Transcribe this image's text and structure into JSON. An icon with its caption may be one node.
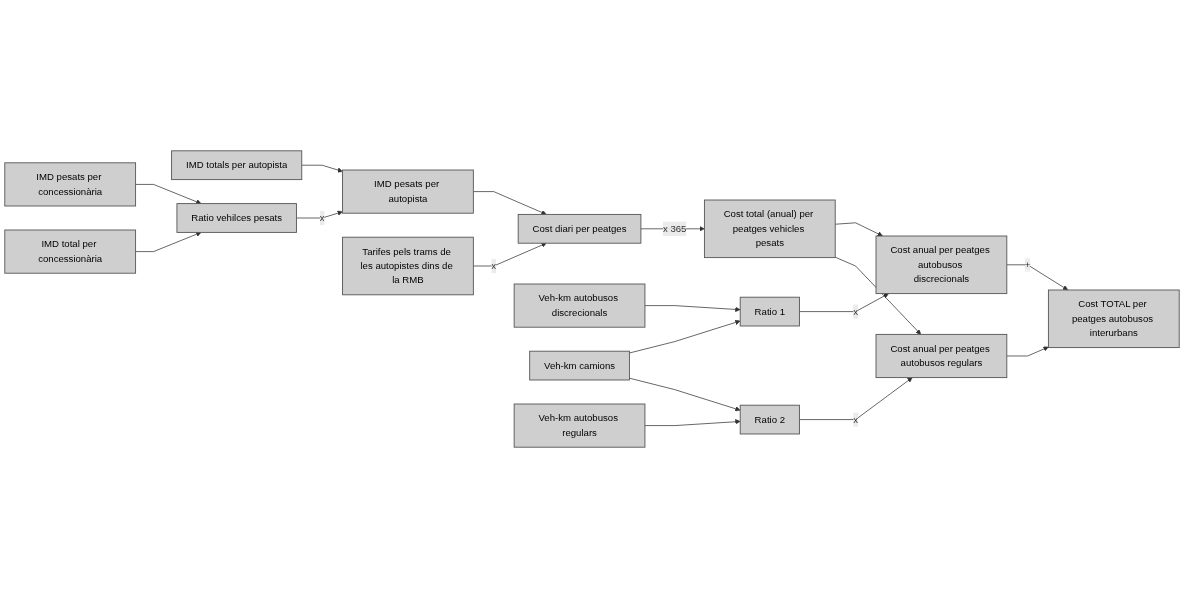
{
  "diagram": {
    "nodes": [
      {
        "text": [
          "IMD totals per autopista"
        ]
      },
      {
        "text": [
          "IMD pesats per concessionària"
        ]
      },
      {
        "text": [
          "IMD total per concessionària"
        ]
      },
      {
        "text": [
          "Ratio vehilces pesats"
        ]
      },
      {
        "text": [
          "IMD pesats per autopista"
        ]
      },
      {
        "text": [
          "Tarifes pels trams de les autopistes dins de la RMB"
        ]
      },
      {
        "text": [
          "Cost diari per peatges"
        ]
      },
      {
        "text": [
          "Cost total (anual) per peatges vehicles pesats"
        ]
      },
      {
        "text": [
          "Veh-km camions"
        ]
      },
      {
        "text": [
          "Veh-km autobusos discrecionals"
        ]
      },
      {
        "text": [
          "Veh-km autobusos regulars"
        ]
      },
      {
        "text": [
          "Ratio 1"
        ]
      },
      {
        "text": [
          "Ratio 2"
        ]
      },
      {
        "text": [
          "Cost anual per peatges autobusos discrecionals"
        ]
      },
      {
        "text": [
          "Cost anual per peatges autobusos regulars"
        ]
      },
      {
        "text": [
          "Cost TOTAL per peatges autobusos interurbans"
        ]
      }
    ],
    "edges": [
      {
        "from": 0,
        "to": 4,
        "arrow": "to"
      },
      {
        "from": 1,
        "to": 3,
        "arrow": "to"
      },
      {
        "from": 2,
        "to": 3,
        "arrow": "to"
      },
      {
        "from": 3,
        "to": 4,
        "arrow": "to",
        "label": "x"
      },
      {
        "from": 4,
        "to": 6,
        "arrow": "to"
      },
      {
        "from": 5,
        "to": 6,
        "arrow": "to",
        "label": "x"
      },
      {
        "from": 6,
        "to": 7,
        "arrow": "to",
        "label": "x 365"
      },
      {
        "from": 8,
        "to": 11,
        "arrow": "to"
      },
      {
        "from": 9,
        "to": 11,
        "arrow": "to"
      },
      {
        "from": 8,
        "to": 12,
        "arrow": "to"
      },
      {
        "from": 10,
        "to": 12,
        "arrow": "to"
      },
      {
        "from": 7,
        "to": 13,
        "arrow": "to"
      },
      {
        "from": 11,
        "to": 13,
        "arrow": "to",
        "label": "x"
      },
      {
        "from": 7,
        "to": 14,
        "arrow": "to"
      },
      {
        "from": 12,
        "to": 14,
        "arrow": "to",
        "label": "x"
      },
      {
        "from": 13,
        "to": 15,
        "arrow": "to",
        "label": "+"
      },
      {
        "from": 14,
        "to": 15,
        "arrow": "to"
      }
    ]
  }
}
